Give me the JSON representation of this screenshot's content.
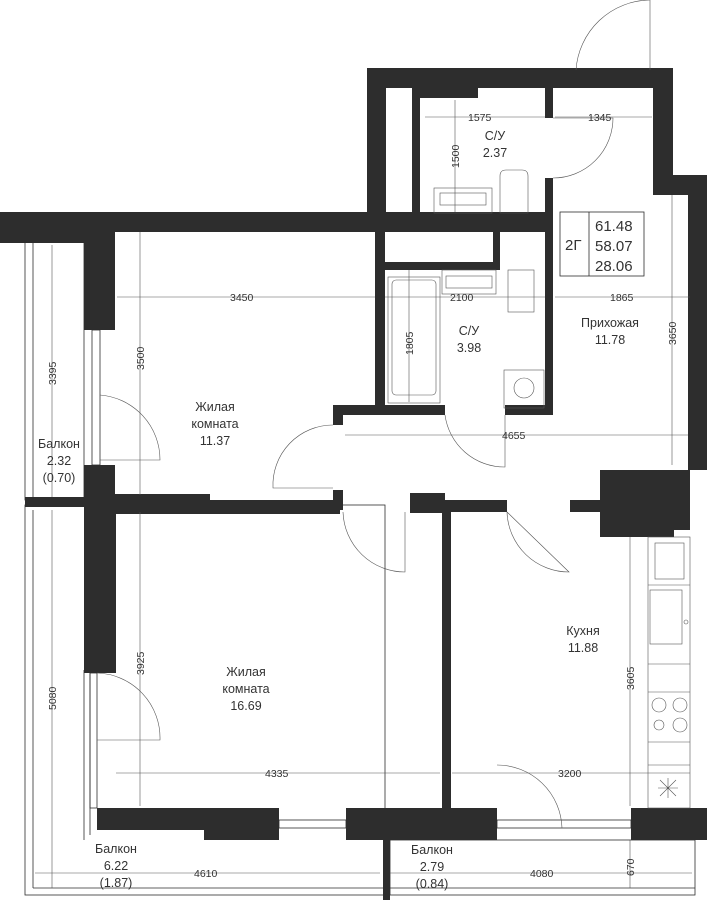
{
  "plan": {
    "type_label": "2Г",
    "areas": {
      "total": "61.48",
      "living_total": "58.07",
      "living": "28.06"
    },
    "colors": {
      "wall": "#2d2d2d",
      "line": "#555555"
    }
  },
  "rooms": [
    {
      "id": "wc-small",
      "name": "С/У",
      "area": "2.37"
    },
    {
      "id": "wc-large",
      "name": "С/У",
      "area": "3.98"
    },
    {
      "id": "hallway",
      "name": "Прихожая",
      "area": "11.78"
    },
    {
      "id": "living-1",
      "name": "Жилая",
      "name2": "комната",
      "area": "11.37"
    },
    {
      "id": "living-2",
      "name": "Жилая",
      "name2": "комната",
      "area": "16.69"
    },
    {
      "id": "kitchen",
      "name": "Кухня",
      "area": "11.88"
    },
    {
      "id": "balcony-1",
      "name": "Балкон",
      "area": "2.32",
      "coef": "(0.70)"
    },
    {
      "id": "balcony-2",
      "name": "Балкон",
      "area": "6.22",
      "coef": "(1.87)"
    },
    {
      "id": "balcony-3",
      "name": "Балкон",
      "area": "2.79",
      "coef": "(0.84)"
    }
  ],
  "dimensions": {
    "d1575": "1575",
    "d1345": "1345",
    "d1500": "1500",
    "d3450": "3450",
    "d2100": "2100",
    "d1865": "1865",
    "d3500": "3500",
    "d3395": "3395",
    "d1805": "1805",
    "d3650": "3650",
    "d4655": "4655",
    "d3925": "3925",
    "d5080": "5080",
    "d3605": "3605",
    "d4335": "4335",
    "d3200": "3200",
    "d4610": "4610",
    "d4080": "4080",
    "d670": "670"
  }
}
